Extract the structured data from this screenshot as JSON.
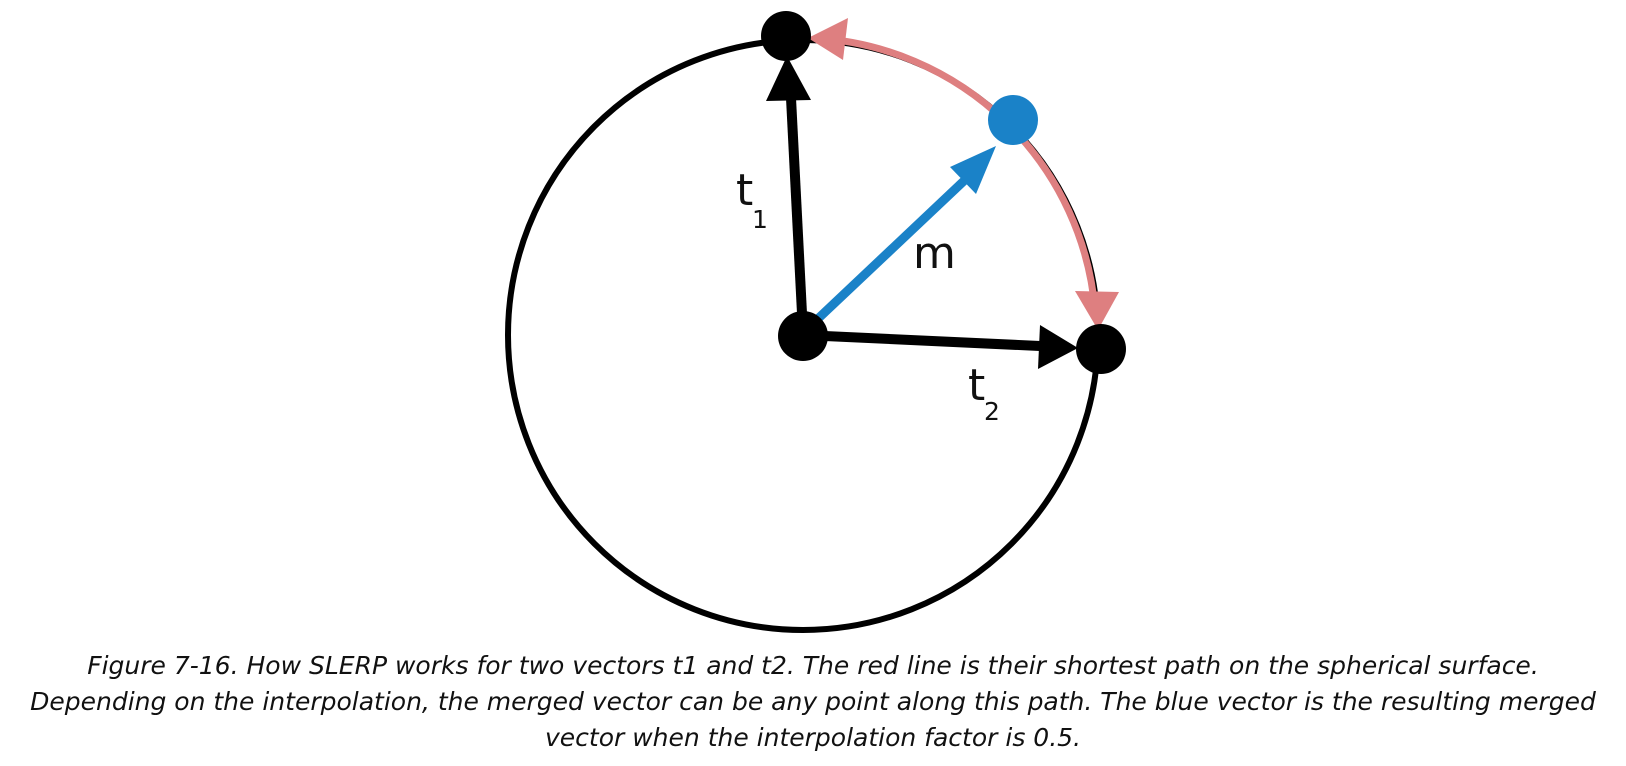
{
  "diagram": {
    "vectors": [
      {
        "label": "t",
        "subscript": "1",
        "color": "#000000"
      },
      {
        "label": "t",
        "subscript": "2",
        "color": "#000000"
      },
      {
        "label": "m",
        "color": "#1a82c8"
      }
    ],
    "colors": {
      "circle": "#000000",
      "shortest_path": "#de7f80",
      "merged_vector": "#1a82c8",
      "points": "#000000"
    }
  },
  "caption": {
    "line1": "Figure 7-16. How SLERP works for two vectors t1 and t2. The red line is their shortest path on the spherical surface.",
    "line2": "Depending on the interpolation, the merged vector can be any point along this path. The blue vector is the resulting merged",
    "line3": "vector when the interpolation factor is 0.5."
  }
}
